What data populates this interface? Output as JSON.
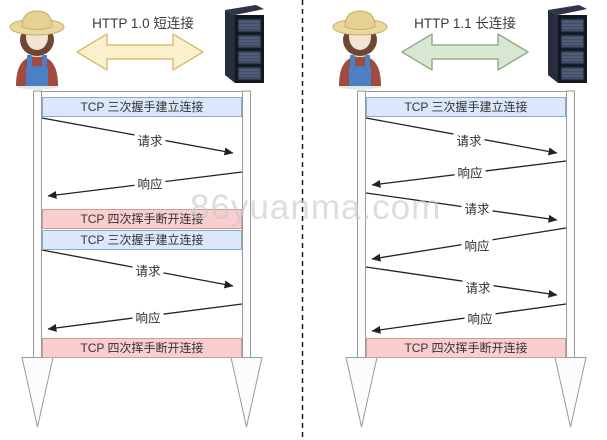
{
  "watermark": {
    "text": "86yuanma.com"
  },
  "labels": {
    "request": "请求",
    "response": "响应",
    "tcp_connect": "TCP 三次握手建立连接",
    "tcp_disconnect": "TCP 四次挥手断开连接"
  },
  "left_panel": {
    "title": "HTTP 1.0 短连接",
    "client_icon": "farmer-user-icon",
    "server_icon": "server-rack-icon",
    "connection_arrow_color": "#fbf2cb",
    "flow": [
      "tcp_connect",
      "request",
      "response",
      "tcp_disconnect",
      "tcp_connect",
      "request",
      "response",
      "tcp_disconnect"
    ]
  },
  "right_panel": {
    "title": "HTTP 1.1 长连接",
    "client_icon": "farmer-user-icon",
    "server_icon": "server-rack-icon",
    "connection_arrow_color": "#d7e7d1",
    "flow": [
      "tcp_connect",
      "request",
      "response",
      "request",
      "response",
      "request",
      "response",
      "tcp_disconnect"
    ]
  },
  "colors": {
    "tcp_connect_bar_bg": "#dbe8fb",
    "tcp_connect_bar_border": "#8ea8c8",
    "tcp_disconnect_bar_bg": "#f9cecd",
    "tcp_disconnect_bar_border": "#cf9b99",
    "yellow_arrow_fill": "#fbf2cb",
    "yellow_arrow_border": "#d6bc77",
    "green_arrow_fill": "#d7e7d1",
    "green_arrow_border": "#95ad89",
    "lifeline_fill": "#fcfcfc",
    "lifeline_border": "#9a9a9a",
    "message_arrow": "#222222",
    "divider": "#1a1a1a",
    "watermark_text": "#c9c9c9"
  }
}
